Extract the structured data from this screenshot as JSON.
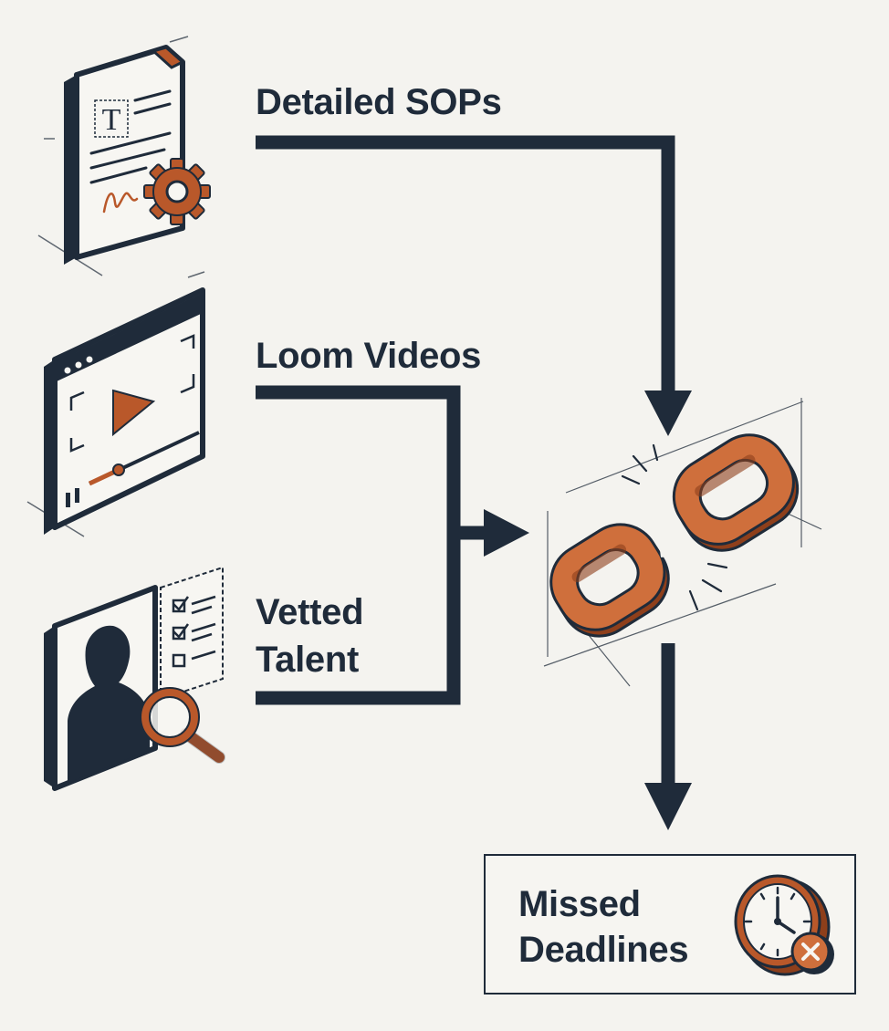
{
  "inputs": [
    {
      "label": "Detailed SOPs",
      "icon": "sop-document-gear-icon"
    },
    {
      "label": "Loom Videos",
      "icon": "video-player-icon"
    },
    {
      "label": "Vetted\nTalent",
      "icon": "candidate-search-icon"
    }
  ],
  "hub": {
    "icon": "broken-chain-link-icon"
  },
  "result": {
    "label": "Missed\nDeadlines",
    "icon": "clock-missed-icon"
  },
  "colors": {
    "ink": "#1f2b3a",
    "accent": "#b9582a",
    "accent_light": "#cf6f3c",
    "background": "#f4f3ef"
  }
}
